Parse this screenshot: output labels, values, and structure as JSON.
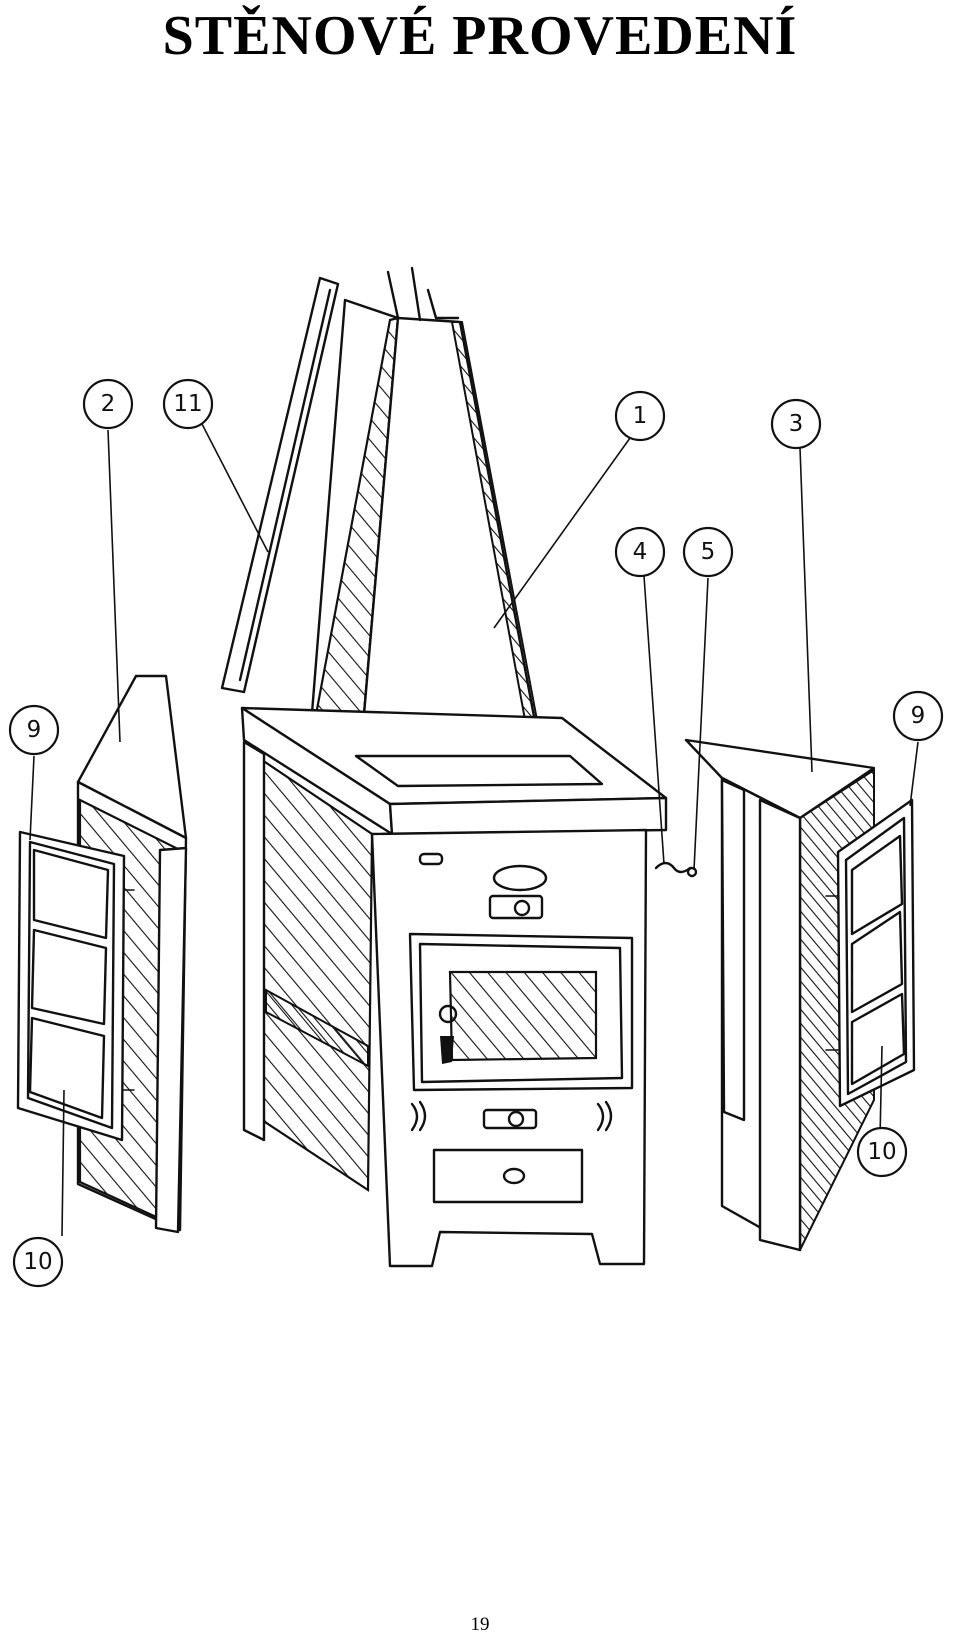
{
  "page": {
    "title": "STĚNOVÉ PROVEDENÍ",
    "page_number": "19"
  },
  "callouts": [
    {
      "id": "c2",
      "label": "2"
    },
    {
      "id": "c11",
      "label": "11"
    },
    {
      "id": "c1",
      "label": "1"
    },
    {
      "id": "c3",
      "label": "3"
    },
    {
      "id": "c4",
      "label": "4"
    },
    {
      "id": "c5",
      "label": "5"
    },
    {
      "id": "c9l",
      "label": "9"
    },
    {
      "id": "c9r",
      "label": "9"
    },
    {
      "id": "c10l",
      "label": "10"
    },
    {
      "id": "c10r",
      "label": "10"
    }
  ],
  "colors": {
    "ink": "#111111",
    "paper": "#ffffff"
  }
}
